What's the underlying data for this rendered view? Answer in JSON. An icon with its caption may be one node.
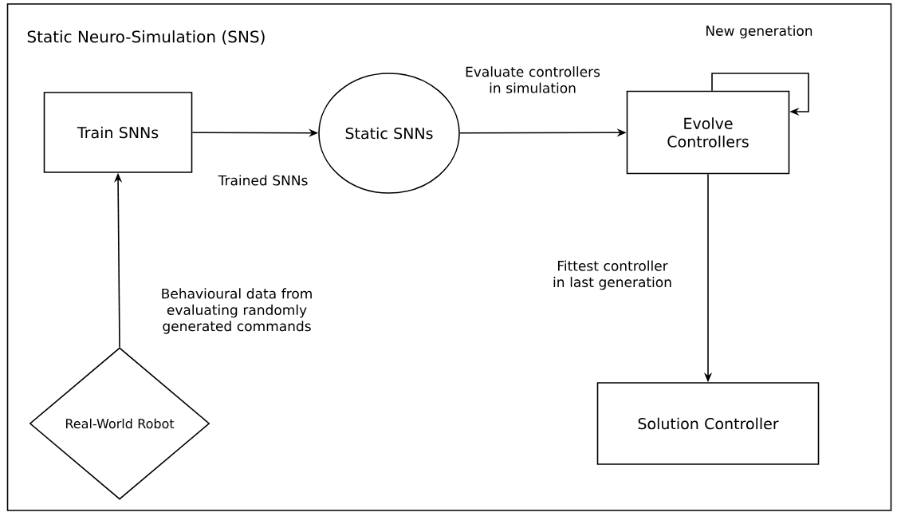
{
  "diagram": {
    "nodes": [
      {
        "text": [
          "Static Neuro-Simulation (SNS)"
        ]
      },
      {
        "text": [
          "Train SNNs"
        ],
        "in": 0
      },
      {
        "text": [
          "Static SNNs"
        ],
        "in": 0
      },
      {
        "text": [
          "Evolve Controllers"
        ],
        "in": 0
      },
      {
        "text": [
          "Real-World Robot"
        ],
        "in": 0
      },
      {
        "text": [
          "Solution Controller"
        ],
        "in": 0
      }
    ],
    "edges": [
      {
        "from": 1,
        "to": 2,
        "arrow": "to",
        "label": "Trained SNNs"
      },
      {
        "from": 2,
        "to": 3,
        "arrow": "to",
        "label": "Evaluate controllers in simulation"
      },
      {
        "from": 3,
        "to": 3,
        "arrow": "to",
        "label": "New generation"
      },
      {
        "from": 3,
        "to": 5,
        "arrow": "to",
        "label": "Fittest controller in last generation"
      },
      {
        "from": 4,
        "to": 1,
        "arrow": "to",
        "label": "Behavioural data from evaluating randomly generated commands"
      }
    ]
  }
}
